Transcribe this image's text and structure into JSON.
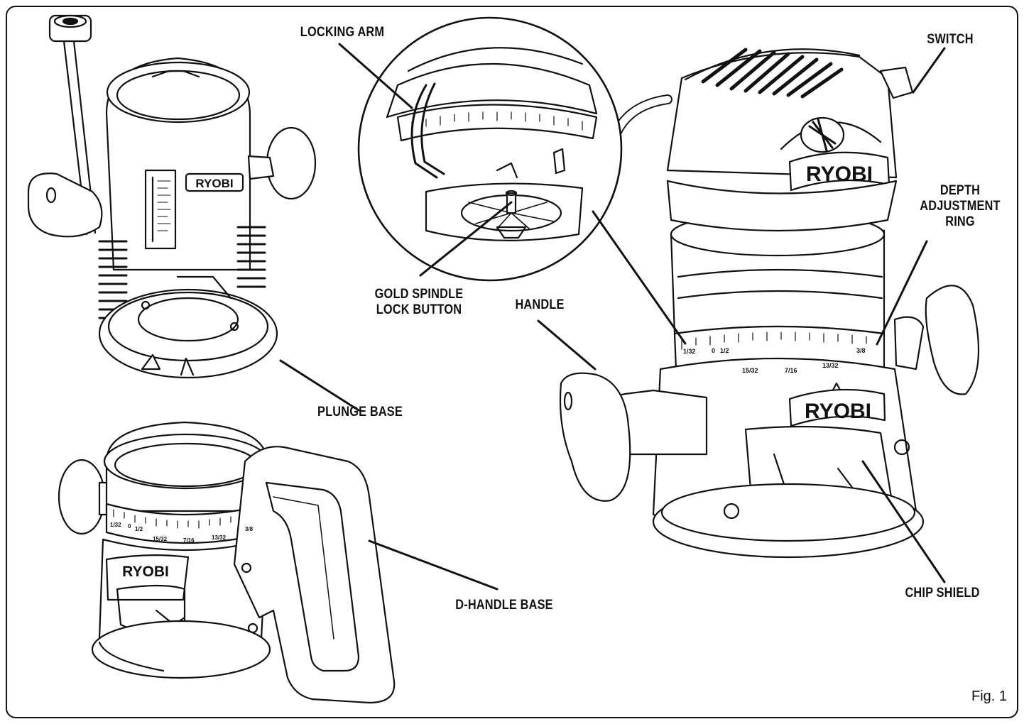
{
  "labels": {
    "locking_arm": "LOCKING ARM",
    "switch": "SWITCH",
    "depth_adjustment_ring": [
      "DEPTH",
      "ADJUSTMENT",
      "RING"
    ],
    "gold_spindle_lock_button": [
      "GOLD SPINDLE",
      "LOCK BUTTON"
    ],
    "handle": "HANDLE",
    "plunge_base": "PLUNGE BASE",
    "d_handle_base": "D-HANDLE BASE",
    "chip_shield": "CHIP SHIELD"
  },
  "figure_number": "Fig. 1",
  "brand": "RYOBI",
  "depth_ring_scale": [
    "1/32",
    "0",
    "1/2",
    "15/32",
    "7/16",
    "13/32",
    "3/8"
  ],
  "d_handle_scale": [
    "1/32",
    "0",
    "1/2",
    "15/32",
    "7/16",
    "13/32",
    "3/8"
  ]
}
